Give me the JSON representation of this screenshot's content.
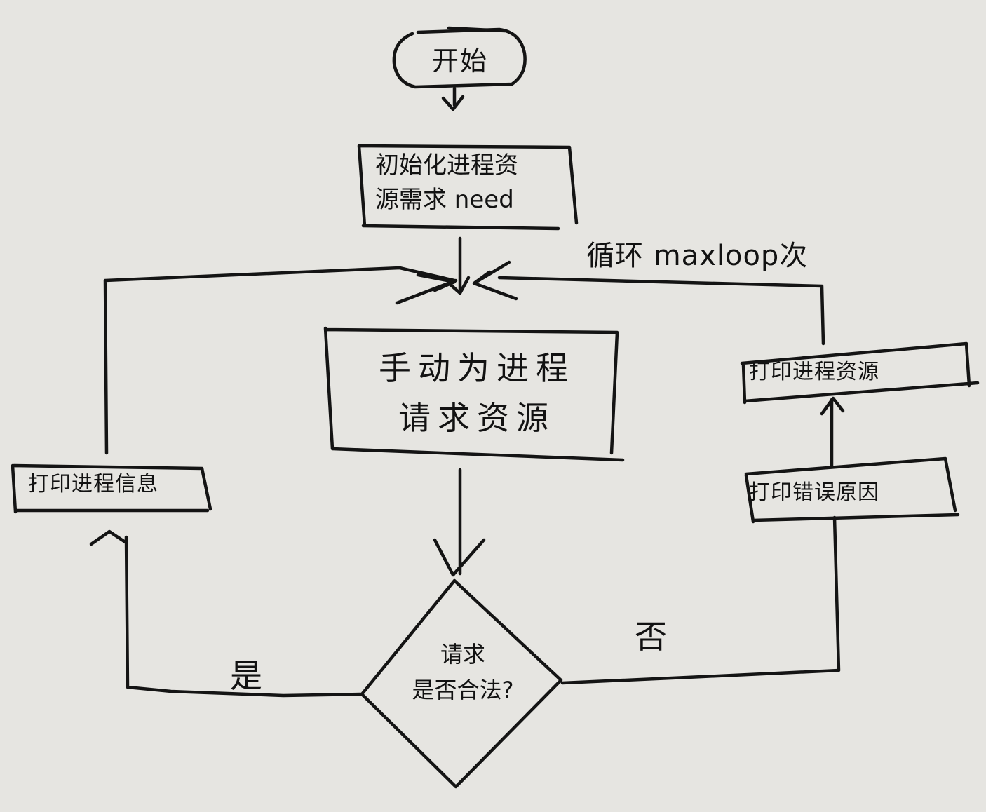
{
  "nodes": {
    "start": "开始",
    "init": "初始化进程资\n源需求 need",
    "request": "手动为进程\n请求资源",
    "decision": "请求\n是否合法?",
    "print_left": "打印进程信息",
    "print_error": "打印错误原因",
    "print_resources": "打印进程资源"
  },
  "edges": {
    "loop": "循环 maxloop次",
    "yes": "是",
    "no": "否"
  },
  "colors": {
    "paper": "#e6e5e1",
    "ink": "#141414"
  }
}
